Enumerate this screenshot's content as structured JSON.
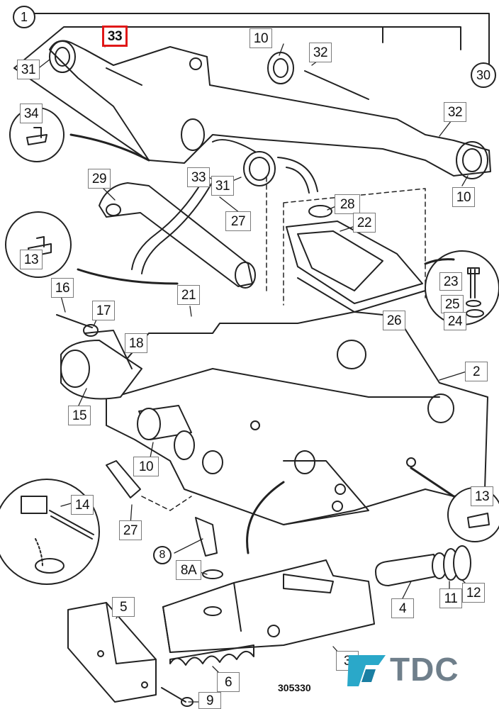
{
  "diagram": {
    "page_circle": "1",
    "group_circle": "30",
    "drawing_ref": "305330",
    "highlight_color": "#e01818",
    "labels": {
      "p33_top": "33",
      "p31_left": "31",
      "p34": "34",
      "p10_top": "10",
      "p32_top": "32",
      "p32_right": "32",
      "p10_right": "10",
      "p29": "29",
      "p33_mid": "33",
      "p31_mid": "31",
      "p27_mid": "27",
      "p28": "28",
      "p22": "22",
      "p13_left": "13",
      "p16": "16",
      "p17": "17",
      "p21": "21",
      "p18": "18",
      "p23": "23",
      "p25": "25",
      "p24": "24",
      "p26": "26",
      "p2": "2",
      "p15": "15",
      "p10_low": "10",
      "p13_right": "13",
      "p14": "14",
      "p27_low": "27",
      "p8A": "8A",
      "p5": "5",
      "p4": "4",
      "p11": "11",
      "p12": "12",
      "p3": "3",
      "p6": "6",
      "p9": "9"
    },
    "circled": {
      "p8": "8"
    }
  },
  "logo": {
    "text": "TDC",
    "brand_color": "#2aa8c9",
    "text_color": "#6f7f8b"
  }
}
